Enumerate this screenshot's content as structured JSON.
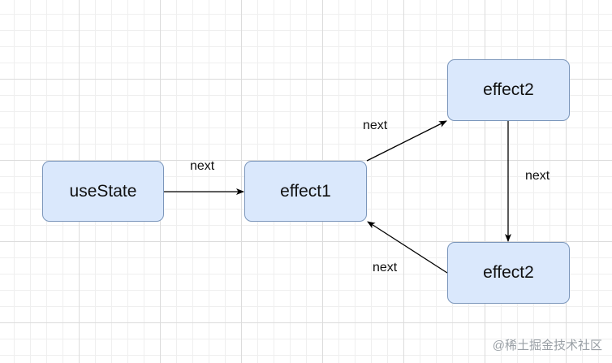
{
  "nodes": {
    "usestate": "useState",
    "effect1": "effect1",
    "effect2_top": "effect2",
    "effect2_bottom": "effect2"
  },
  "edges": {
    "usestate_to_effect1": "next",
    "effect1_to_effect2_top": "next",
    "effect2_top_to_effect2_bottom": "next",
    "effect2_bottom_to_effect1": "next"
  },
  "watermark": "@稀土掘金技术社区",
  "colors": {
    "node_fill": "#dae8fc",
    "node_border": "#7b96bb",
    "edge": "#000000"
  }
}
